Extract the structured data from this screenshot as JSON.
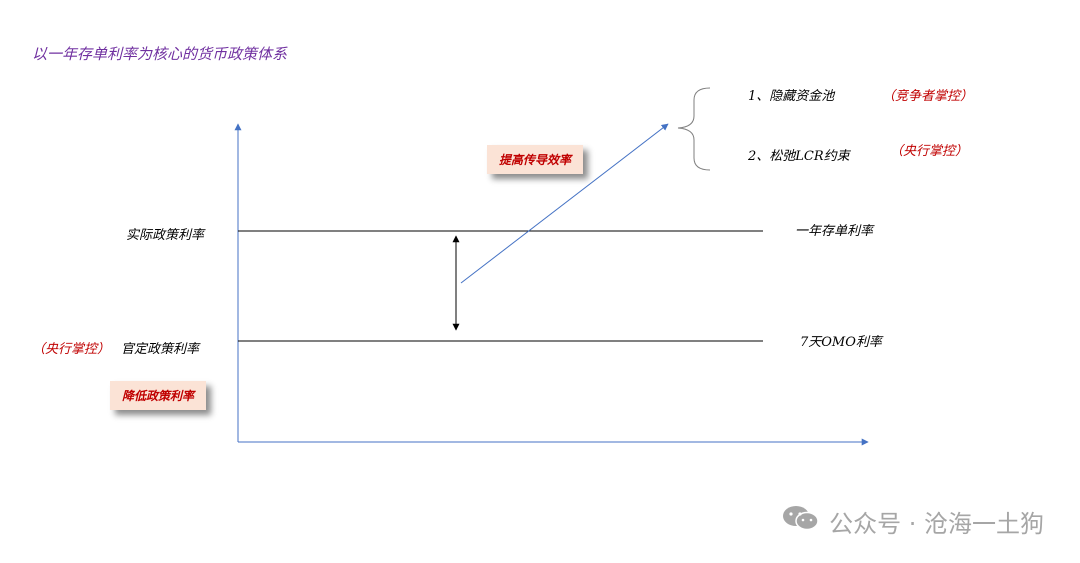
{
  "title": "以一年存单利率为核心的货币政策体系",
  "left_labels": {
    "actual_rate": "实际政策利率",
    "official_rate": "官定政策利率",
    "official_controller": "（央行掌控）"
  },
  "right_labels": {
    "one_year_cd": "一年存单利率",
    "omo_7d": "7天OMO利率"
  },
  "tags": {
    "raise_transmission": "提高传导效率",
    "lower_rate": "降低政策利率"
  },
  "options": [
    {
      "text": "1、隐藏资金池",
      "controller": "（竞争者掌控）"
    },
    {
      "text": "2、松弛LCR约束",
      "controller": "（央行掌控）"
    }
  ],
  "watermark": "公众号 · 沧海一土狗",
  "colors": {
    "axis": "#4472c4",
    "title": "#7030a0",
    "controller": "#c00000",
    "tag_bg": "#fbe3d6"
  }
}
